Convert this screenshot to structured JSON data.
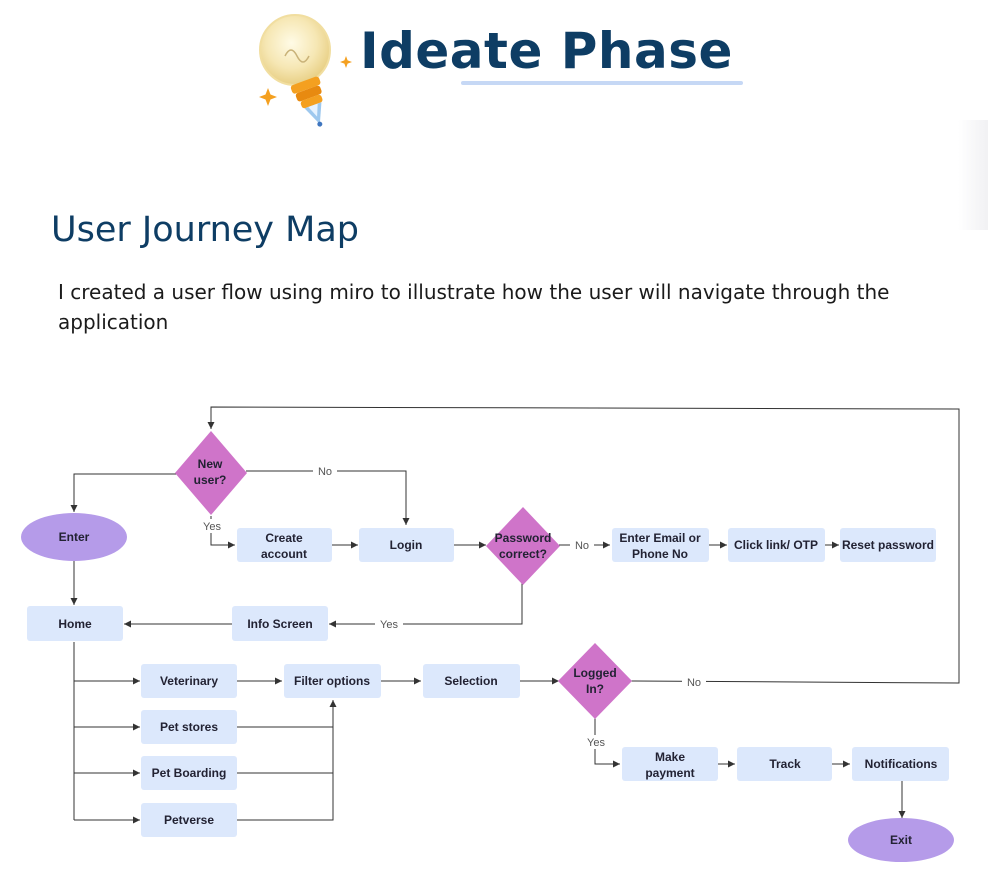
{
  "header": {
    "title": "Ideate Phase",
    "section_title": "User Journey Map",
    "description": "I created a user flow using miro to illustrate  how the user will navigate through the application"
  },
  "icons": {
    "header_illustration": "lightbulb-icon",
    "sparkle": "sparkle-icon"
  },
  "colors": {
    "title": "#0e3d64",
    "process_box": "#dce8fc",
    "terminal_oval": "#b59be9",
    "decision_diamond": "#cf74c9",
    "title_underline": "#c6d8f5"
  },
  "flow": {
    "nodes": {
      "new_user": [
        "New",
        "user?"
      ],
      "enter": [
        "Enter"
      ],
      "create_account": [
        "Create",
        "account"
      ],
      "login": [
        "Login"
      ],
      "password_correct": [
        "Password",
        "correct?"
      ],
      "enter_email": [
        "Enter Email or",
        "Phone No"
      ],
      "click_link": [
        "Click link/ OTP"
      ],
      "reset_password": [
        "Reset password"
      ],
      "home": [
        "Home"
      ],
      "info_screen": [
        "Info Screen"
      ],
      "veterinary": [
        "Veterinary"
      ],
      "pet_stores": [
        "Pet stores"
      ],
      "pet_boarding": [
        "Pet Boarding"
      ],
      "petverse": [
        "Petverse"
      ],
      "filter_options": [
        "Filter options"
      ],
      "selection": [
        "Selection"
      ],
      "logged_in": [
        "Logged",
        "In?"
      ],
      "make_payment": [
        "Make",
        "payment"
      ],
      "track": [
        "Track"
      ],
      "notifications": [
        "Notifications"
      ],
      "exit": [
        "Exit"
      ]
    },
    "edge_labels": {
      "new_user_no": "No",
      "new_user_yes": "Yes",
      "password_no": "No",
      "password_yes": "Yes",
      "logged_in_no": "No",
      "logged_in_yes": "Yes"
    }
  }
}
